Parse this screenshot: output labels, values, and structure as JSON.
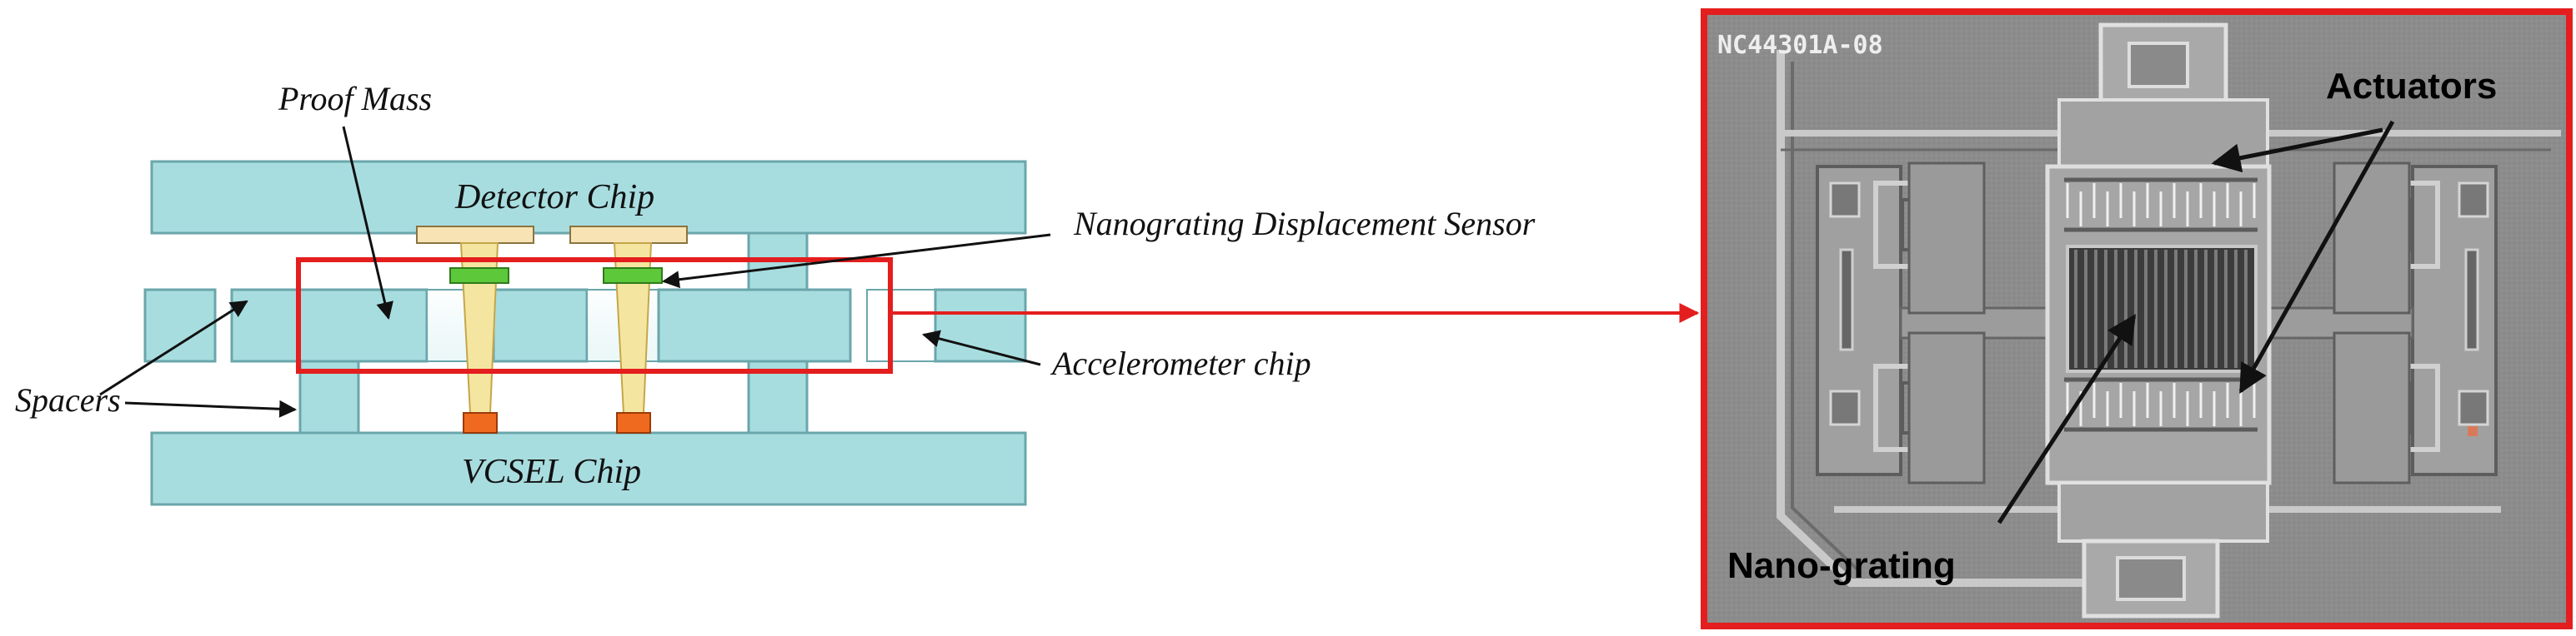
{
  "diagram": {
    "left": {
      "labels": {
        "proof_mass": "Proof Mass",
        "detector_chip": "Detector Chip",
        "nanograting_sensor": "Nanograting Displacement Sensor",
        "accelerometer_chip": "Accelerometer chip",
        "spacers": "Spacers",
        "vcsel_chip": "VCSEL Chip"
      }
    },
    "right": {
      "image_id_text": "NC44301A-08",
      "labels": {
        "actuators": "Actuators",
        "nano_grating": "Nano-grating"
      }
    }
  },
  "colors": {
    "chip_fill": "#a8dde0",
    "chip_stroke": "#6aa6ab",
    "highlight": "#e41e1e",
    "detector_pad": "#f7e3b3",
    "green_pad": "#5cc83a",
    "orange_pad": "#ef6a1e",
    "beam": "#f4e6a0",
    "sem_bg": "#8c8c8c"
  }
}
